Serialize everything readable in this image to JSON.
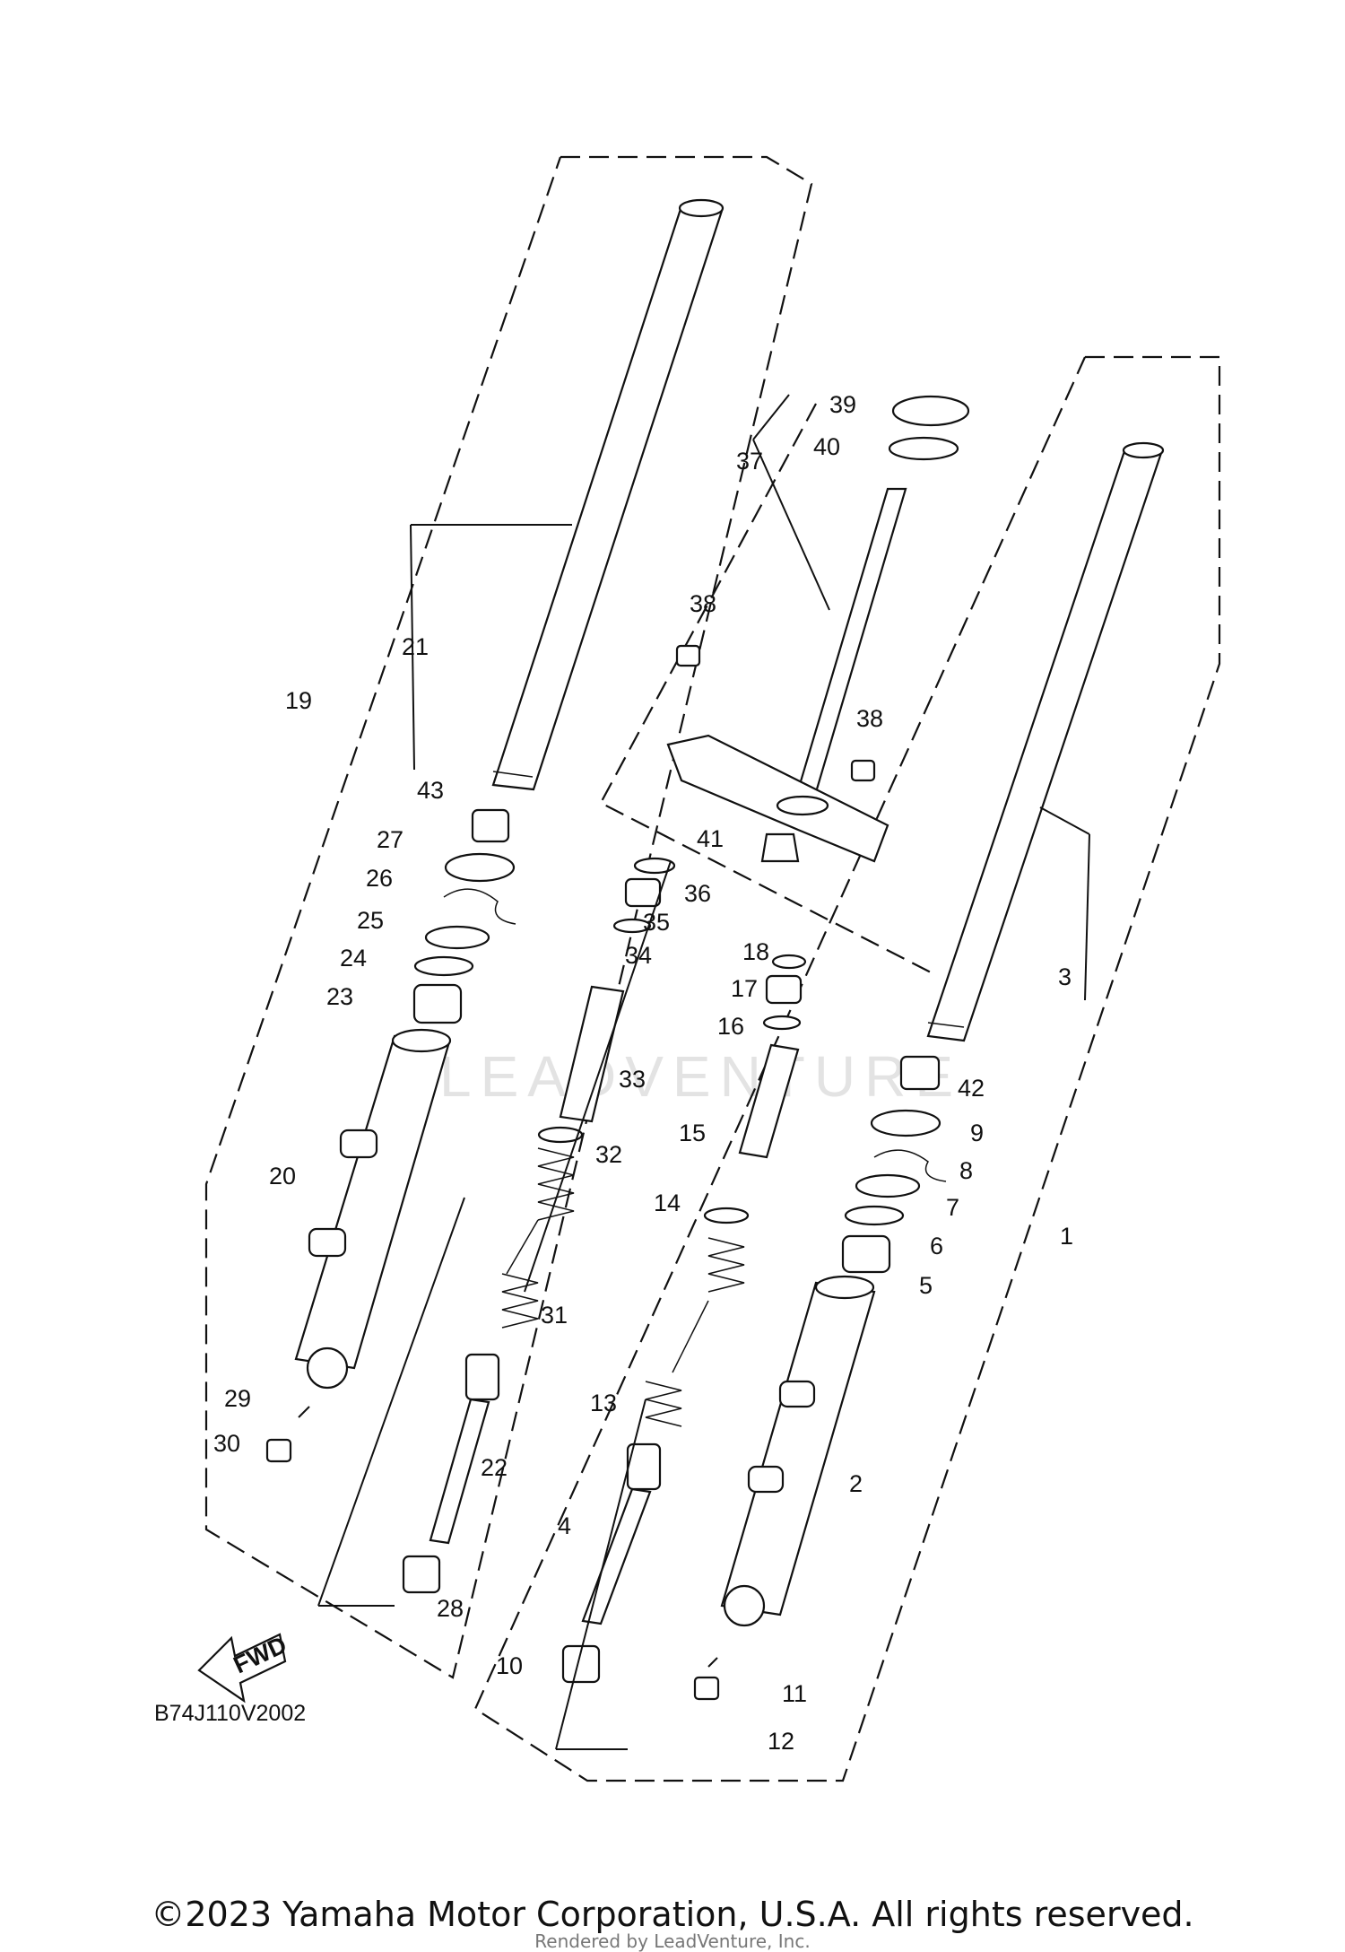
{
  "diagram": {
    "code": "B74J110V2002",
    "fwd_label": "FWD",
    "watermark": "LEADVENTURE",
    "part_numbers": [
      "1",
      "2",
      "3",
      "4",
      "5",
      "6",
      "7",
      "8",
      "9",
      "10",
      "11",
      "12",
      "13",
      "14",
      "15",
      "16",
      "17",
      "18",
      "19",
      "20",
      "21",
      "22",
      "23",
      "24",
      "25",
      "26",
      "27",
      "28",
      "29",
      "30",
      "31",
      "32",
      "33",
      "34",
      "35",
      "36",
      "37",
      "38",
      "38",
      "39",
      "40",
      "41",
      "42",
      "43"
    ]
  },
  "footer": {
    "copyright": "©2023 Yamaha Motor Corporation, U.S.A. All rights reserved.",
    "rendered_by": "Rendered by LeadVenture, Inc."
  }
}
